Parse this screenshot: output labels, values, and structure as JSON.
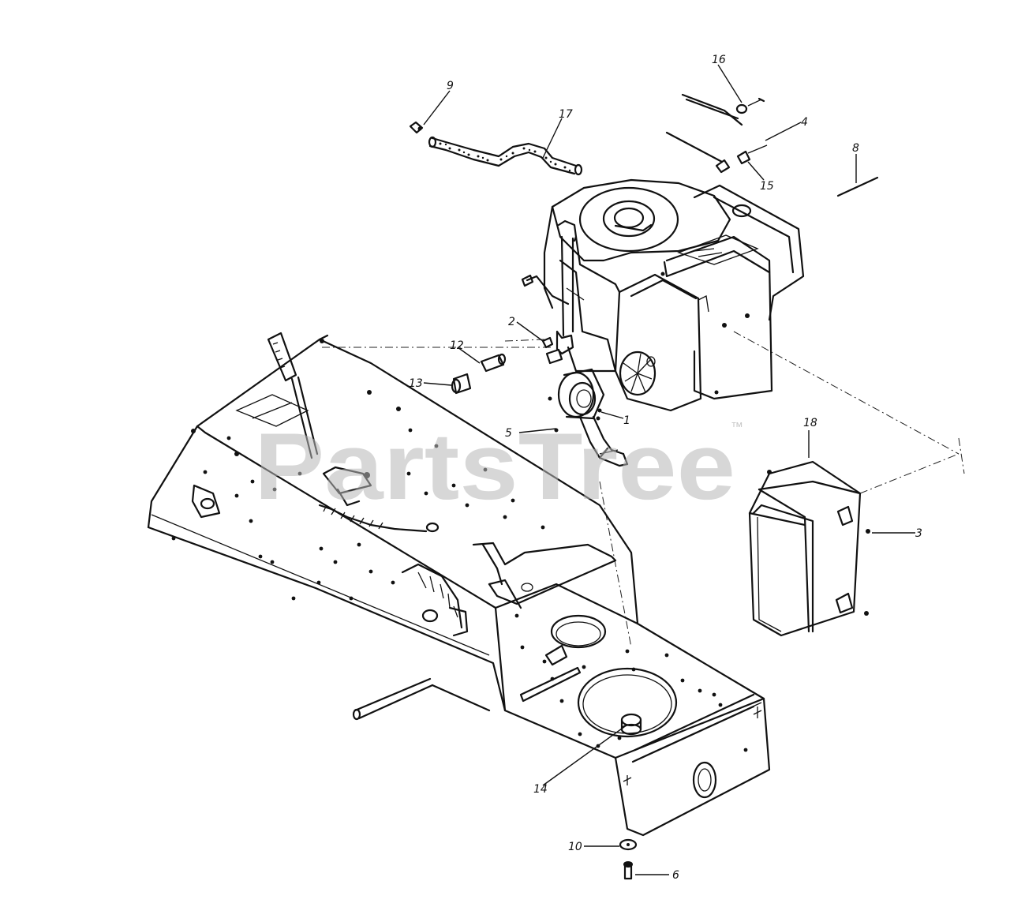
{
  "watermark": {
    "text": "PartsTree",
    "trademark": "™"
  },
  "callouts": {
    "c1": "1",
    "c2": "2",
    "c3": "3",
    "c4": "4",
    "c5": "5",
    "c6": "6",
    "c8": "8",
    "c9": "9",
    "c10": "10",
    "c12": "12",
    "c13": "13",
    "c14": "14",
    "c15": "15",
    "c16": "16",
    "c17": "17",
    "c18": "18"
  }
}
